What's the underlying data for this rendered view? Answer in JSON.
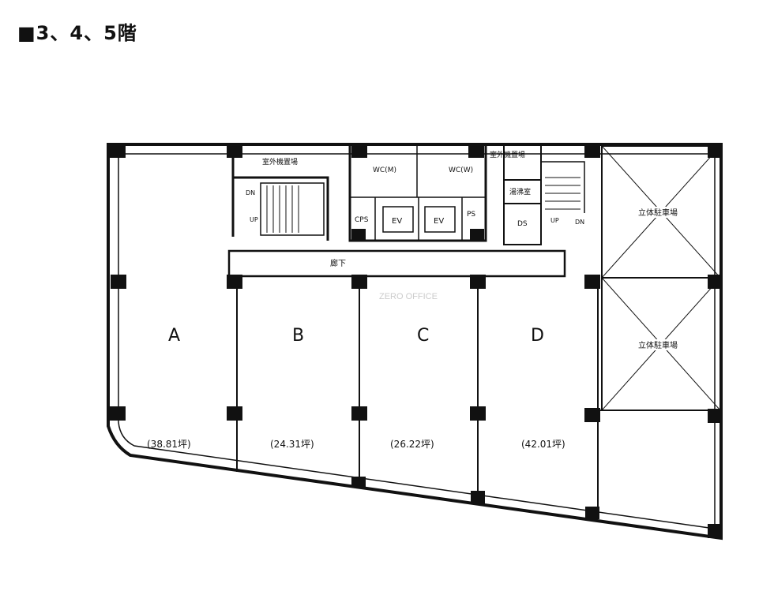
{
  "title": "■3、4、5階",
  "rooms": {
    "outdoor_unit_left": "室外機置場",
    "outdoor_unit_right": "室外機置場",
    "wc_men": "WC(M)",
    "wc_women": "WC(W)",
    "kitchenette": "湯沸室",
    "cps": "CPS",
    "ev1": "EV",
    "ev2": "EV",
    "ps": "PS",
    "ds": "DS",
    "corridor": "廊下",
    "stair_left_dn": "DN",
    "stair_left_up": "UP",
    "stair_right_up": "UP",
    "stair_right_dn": "DN",
    "parking1": "立体駐車場",
    "parking2": "立体駐車場"
  },
  "units": [
    {
      "name": "A",
      "area": "(38.81坪)"
    },
    {
      "name": "B",
      "area": "(24.31坪)"
    },
    {
      "name": "C",
      "area": "(26.22坪)"
    },
    {
      "name": "D",
      "area": "(42.01坪)"
    }
  ],
  "watermark": "ZERO OFFICE"
}
